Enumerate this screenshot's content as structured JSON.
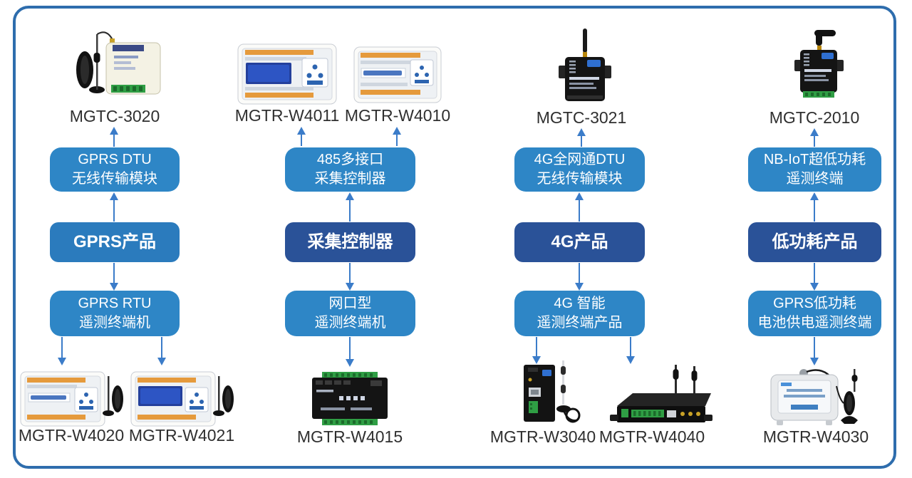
{
  "colors": {
    "frame_border": "#2e6dad",
    "box_light_blue": "#2e86c6",
    "box_dark_blue": "#2a5298",
    "box_gprs_category": "#2b7bbd",
    "arrow_blue": "#3b7cc9",
    "label_text": "#2f2f2f"
  },
  "columns": [
    {
      "id": "gprs",
      "category": "GPRS产品",
      "top_products": [
        {
          "model": "MGTC-3020"
        }
      ],
      "upper_box": {
        "line1": "GPRS DTU",
        "line2": "无线传输模块"
      },
      "lower_box": {
        "line1": "GPRS RTU",
        "line2": "遥测终端机"
      },
      "bottom_products": [
        {
          "model": "MGTR-W4020"
        },
        {
          "model": "MGTR-W4021"
        }
      ]
    },
    {
      "id": "collector",
      "category": "采集控制器",
      "top_products": [
        {
          "model": "MGTR-W4011"
        },
        {
          "model": "MGTR-W4010"
        }
      ],
      "upper_box": {
        "line1": "485多接口",
        "line2": "采集控制器"
      },
      "lower_box": {
        "line1": "网口型",
        "line2": "遥测终端机"
      },
      "bottom_products": [
        {
          "model": "MGTR-W4015"
        }
      ]
    },
    {
      "id": "4g",
      "category": "4G产品",
      "top_products": [
        {
          "model": "MGTC-3021"
        }
      ],
      "upper_box": {
        "line1": "4G全网通DTU",
        "line2": "无线传输模块"
      },
      "lower_box": {
        "line1": "4G 智能",
        "line2": "遥测终端产品"
      },
      "bottom_products": [
        {
          "model": "MGTR-W3040"
        },
        {
          "model": "MGTR-W4040"
        }
      ]
    },
    {
      "id": "lowpower",
      "category": "低功耗产品",
      "top_products": [
        {
          "model": "MGTC-2010"
        }
      ],
      "upper_box": {
        "line1": "NB-IoT超低功耗",
        "line2": "遥测终端"
      },
      "lower_box": {
        "line1": "GPRS低功耗",
        "line2": "电池供电遥测终端"
      },
      "bottom_products": [
        {
          "model": "MGTR-W4030"
        }
      ]
    }
  ]
}
